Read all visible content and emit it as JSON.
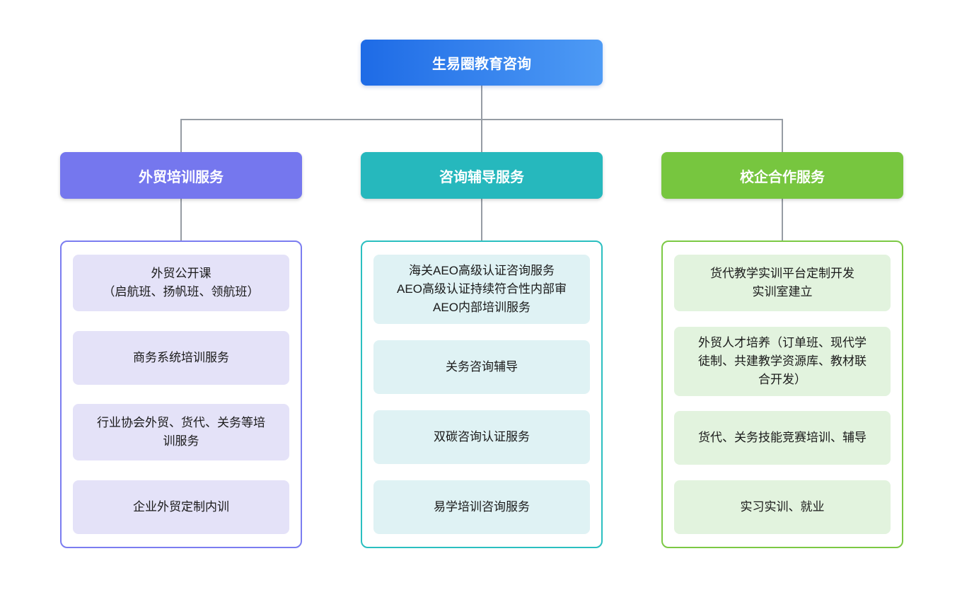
{
  "root": {
    "label": "生易圈教育咨询",
    "gradient": [
      "#1E6BE6",
      "#4E9BF5"
    ]
  },
  "connector_color": "#969CA4",
  "columns": [
    {
      "id": "foreign-trade-training",
      "header": "外贸培训服务",
      "header_color": "#7577EE",
      "border_color": "#7B7DF0",
      "item_bg": "#E4E2F8",
      "items": [
        {
          "lines": [
            "外贸公开课",
            "（启航班、扬帆班、领航班）"
          ]
        },
        {
          "lines": [
            "商务系统培训服务"
          ]
        },
        {
          "lines": [
            "行业协会外贸、货代、关务等培",
            "训服务"
          ]
        },
        {
          "lines": [
            "企业外贸定制内训"
          ]
        }
      ]
    },
    {
      "id": "consulting-coaching",
      "header": "咨询辅导服务",
      "header_color": "#26B8BD",
      "border_color": "#2BBFC0",
      "item_bg": "#DFF2F4",
      "items": [
        {
          "lines": [
            "海关AEO高级认证咨询服务",
            "AEO高级认证持续符合性内部审",
            "AEO内部培训服务"
          ]
        },
        {
          "lines": [
            "关务咨询辅导"
          ]
        },
        {
          "lines": [
            "双碳咨询认证服务"
          ]
        },
        {
          "lines": [
            "易学培训咨询服务"
          ]
        }
      ]
    },
    {
      "id": "school-enterprise-cooperation",
      "header": "校企合作服务",
      "header_color": "#77C63F",
      "border_color": "#7CC944",
      "item_bg": "#E2F3DE",
      "items": [
        {
          "lines": [
            "货代教学实训平台定制开发",
            "实训室建立"
          ]
        },
        {
          "lines": [
            "外贸人才培养（订单班、现代学",
            "徒制、共建教学资源库、教材联",
            "合开发）"
          ]
        },
        {
          "lines": [
            "货代、关务技能竞赛培训、辅导"
          ]
        },
        {
          "lines": [
            "实习实训、就业"
          ]
        }
      ]
    }
  ]
}
